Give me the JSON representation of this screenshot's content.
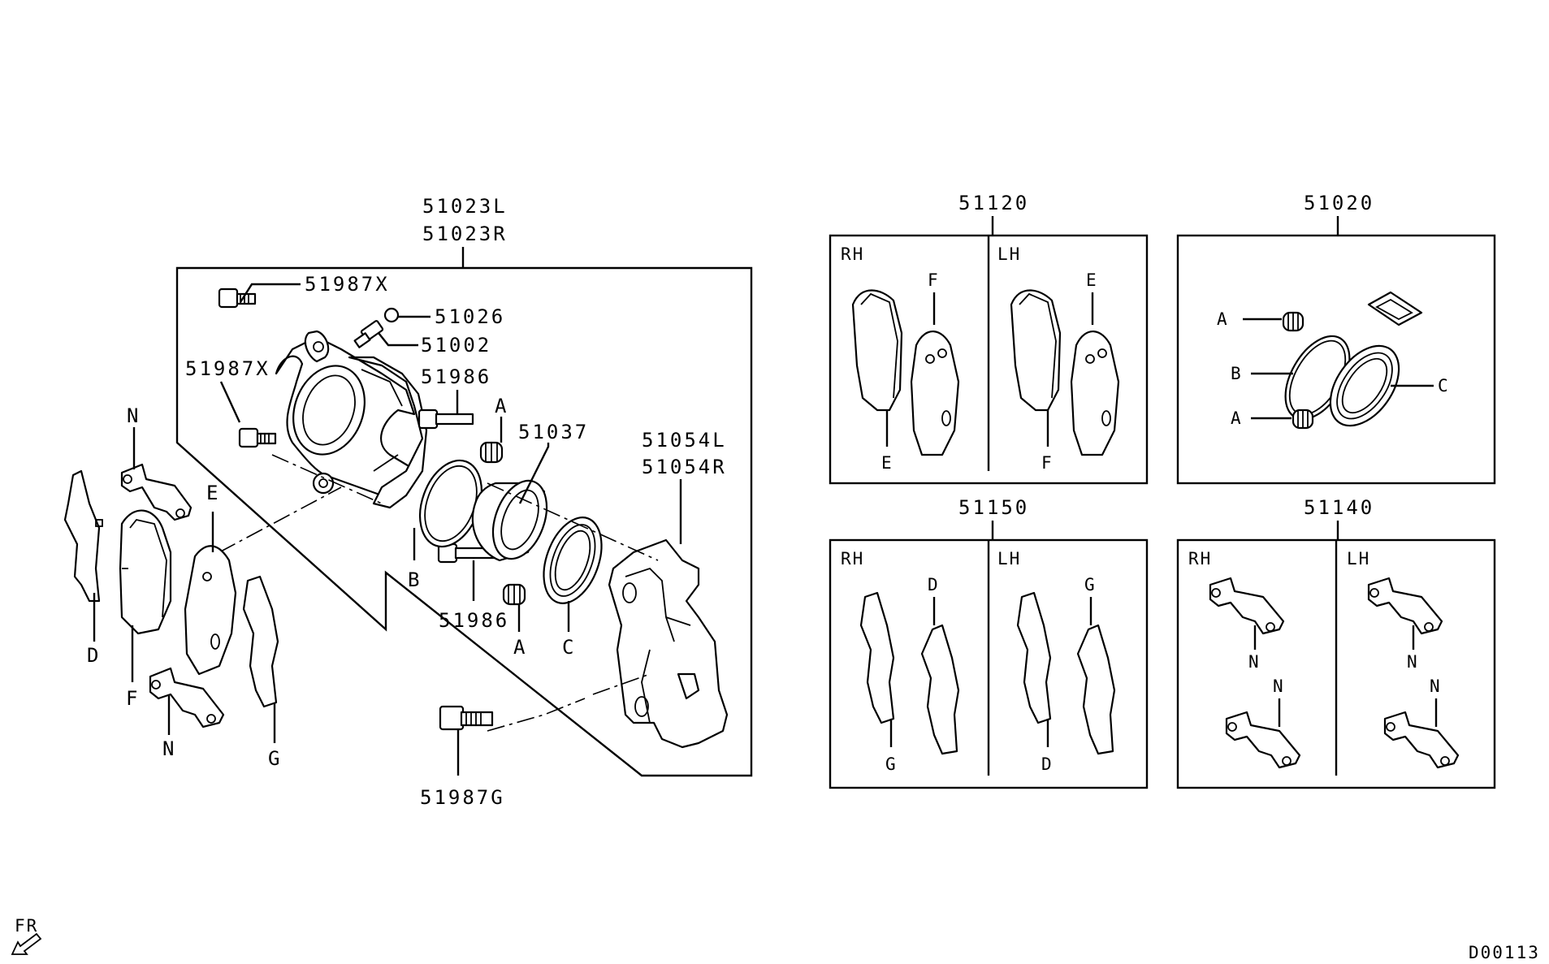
{
  "diagram": {
    "caliper_assembly": {
      "label_l": "51023L",
      "label_r": "51023R",
      "bolt_upper": "51987X",
      "bolt_left": "51987X",
      "bleeder_cap": "51026",
      "bleeder_screw": "51002",
      "guide_pin_upper": "51986",
      "guide_pin_lower": "51986",
      "piston": "51037",
      "bracket_l": "51054L",
      "bracket_r": "51054R",
      "mount_bolt": "51987G",
      "ref_a_top": "A",
      "ref_a_bottom": "A",
      "ref_b": "B",
      "ref_c": "C"
    },
    "loose_parts": {
      "n_top": "N",
      "n_bottom": "N",
      "e": "E",
      "d": "D",
      "f": "F",
      "g": "G"
    },
    "kits": [
      {
        "number": "51120",
        "left_side": "RH",
        "right_side": "LH",
        "left_refs": [
          "F",
          "E"
        ],
        "right_refs": [
          "E",
          "F"
        ]
      },
      {
        "number": "51020",
        "refs": [
          "A",
          "B",
          "A",
          "C"
        ]
      },
      {
        "number": "51150",
        "left_side": "RH",
        "right_side": "LH",
        "left_refs": [
          "D",
          "G"
        ],
        "right_refs": [
          "G",
          "D"
        ]
      },
      {
        "number": "51140",
        "left_side": "RH",
        "right_side": "LH",
        "left_refs": [
          "N",
          "N"
        ],
        "right_refs": [
          "N",
          "N"
        ]
      }
    ],
    "front_indicator": "FR",
    "diagram_code": "D00113"
  }
}
